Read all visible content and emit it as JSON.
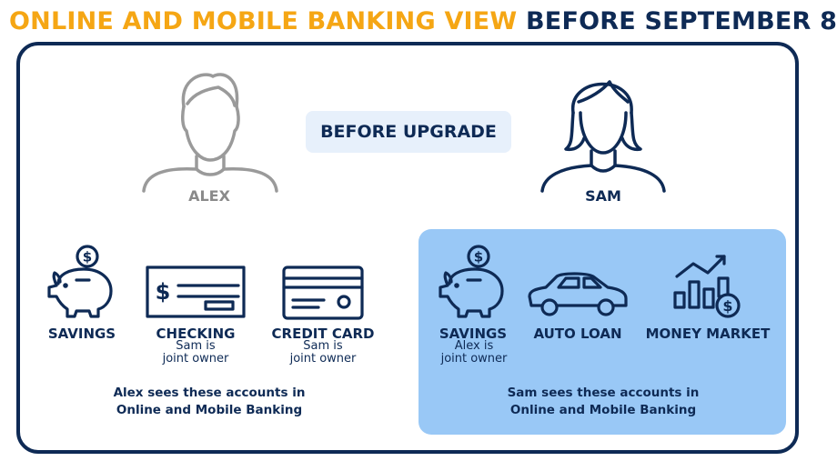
{
  "header": {
    "title_part1": "ONLINE AND MOBILE BANKING VIEW",
    "title_part2": "BEFORE SEPTEMBER 8",
    "accent_color": "#f5a614",
    "navy_color": "#0e2a55"
  },
  "badge": {
    "label": "BEFORE UPGRADE"
  },
  "alex": {
    "name": "ALEX",
    "accounts": [
      {
        "label": "SAVINGS",
        "note_line1": "",
        "note_line2": "",
        "icon": "piggy-bank-icon"
      },
      {
        "label": "CHECKING",
        "note_line1": "Sam is",
        "note_line2": "joint owner",
        "icon": "check-icon"
      },
      {
        "label": "CREDIT CARD",
        "note_line1": "Sam is",
        "note_line2": "joint owner",
        "icon": "credit-card-icon"
      }
    ],
    "caption_line1": "Alex sees these accounts in",
    "caption_line2": "Online and Mobile Banking"
  },
  "sam": {
    "name": "SAM",
    "panel_color": "#99c8f6",
    "accounts": [
      {
        "label": "SAVINGS",
        "note_line1": "Alex is",
        "note_line2": "joint owner",
        "icon": "piggy-bank-icon"
      },
      {
        "label": "AUTO LOAN",
        "note_line1": "",
        "note_line2": "",
        "icon": "car-icon"
      },
      {
        "label": "MONEY MARKET",
        "note_line1": "",
        "note_line2": "",
        "icon": "money-market-chart-icon"
      }
    ],
    "caption_line1": "Sam sees these accounts in",
    "caption_line2": "Online and Mobile Banking"
  }
}
